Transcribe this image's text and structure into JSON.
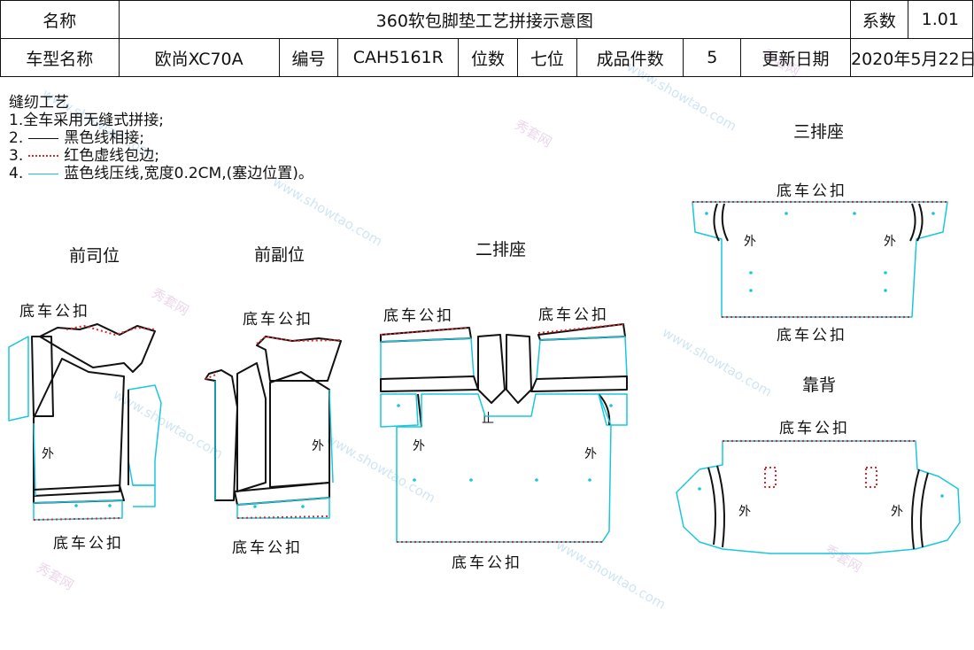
{
  "header": {
    "name_label": "名称",
    "title": "360软包脚垫工艺拼接示意图",
    "coef_label": "系数",
    "coef_value": "1.01",
    "model_label": "车型名称",
    "model_value": "欧尚XC70A",
    "code_label": "编号",
    "code_value": "CAH5161R",
    "seats_label": "位数",
    "seats_value": "七位",
    "pieces_label": "成品件数",
    "pieces_value": "5",
    "date_label": "更新日期",
    "date_value": "2020年5月22日"
  },
  "notes": {
    "title": "缝纫工艺",
    "line1": "1.全车采用无缝式拼接;",
    "line2_num": "2.",
    "line2_text": "黑色线相接;",
    "line3_num": "3.",
    "line3_text": "红色虚线包边;",
    "line4_num": "4.",
    "line4_text": "蓝色线压线,宽度0.2CM,(塞边位置)。"
  },
  "sections": {
    "driver": "前司位",
    "passenger": "前副位",
    "row2": "二排座",
    "row3": "三排座",
    "backrest": "靠背"
  },
  "labels": {
    "clip": "底车公扣",
    "outer": "外",
    "stop": "止"
  },
  "watermark": {
    "text1": "秀套网",
    "text2": "www.showtao.com"
  },
  "colors": {
    "seam_black": "#111111",
    "edge_red": "#e0262b",
    "press_blue": "#19c7dc"
  }
}
